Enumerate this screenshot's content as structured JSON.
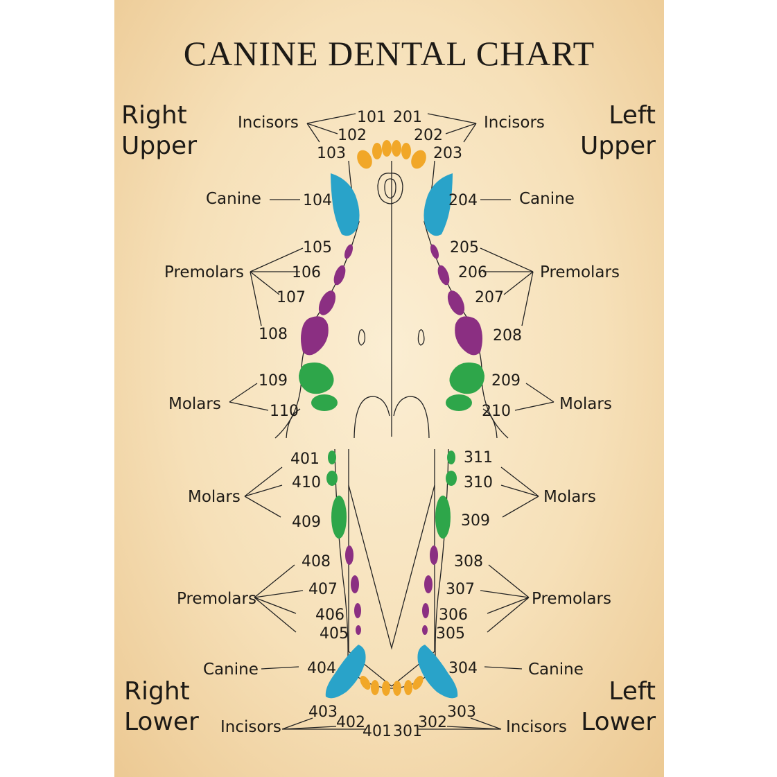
{
  "title": "CANINE DENTAL CHART",
  "quadrants": {
    "right_upper": [
      "Right",
      "Upper"
    ],
    "left_upper": [
      "Left",
      "Upper"
    ],
    "right_lower": [
      "Right",
      "Lower"
    ],
    "left_lower": [
      "Left",
      "Lower"
    ]
  },
  "groups": {
    "incisors": "Incisors",
    "canine": "Canine",
    "premolars": "Premolars",
    "molars": "Molars"
  },
  "colors": {
    "incisors": "#f1a728",
    "canine": "#29a3c9",
    "premolars": "#8b2f82",
    "molars": "#2ea64a"
  },
  "teeth": {
    "right_upper": {
      "incisors": [
        "101",
        "102",
        "103"
      ],
      "canine": [
        "104"
      ],
      "premolars": [
        "105",
        "106",
        "107",
        "108"
      ],
      "molars": [
        "109",
        "110"
      ]
    },
    "left_upper": {
      "incisors": [
        "201",
        "202",
        "203"
      ],
      "canine": [
        "204"
      ],
      "premolars": [
        "205",
        "206",
        "207",
        "208"
      ],
      "molars": [
        "209",
        "210"
      ]
    },
    "right_lower": {
      "incisors": [
        "401",
        "402",
        "403"
      ],
      "canine": [
        "404"
      ],
      "premolars": [
        "405",
        "406",
        "407",
        "408"
      ],
      "molars": [
        "409",
        "410",
        "401"
      ]
    },
    "left_lower": {
      "incisors": [
        "301",
        "302",
        "303"
      ],
      "canine": [
        "304"
      ],
      "premolars": [
        "305",
        "306",
        "307",
        "308"
      ],
      "molars": [
        "309",
        "310",
        "311"
      ]
    }
  }
}
